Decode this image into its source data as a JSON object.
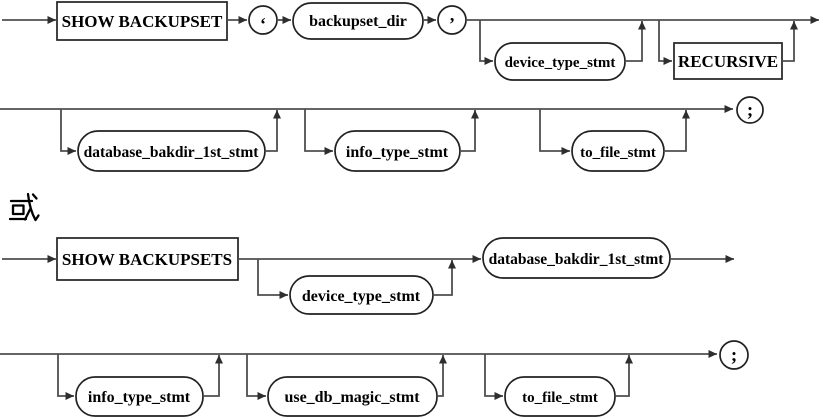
{
  "colors": {
    "rail": "#4f4f4f",
    "shape_border": "#212121",
    "label": "#000000",
    "background": "#ffffff"
  },
  "or_label": "或",
  "diagram1": {
    "line1": {
      "keyword": "SHOW BACKUPSET",
      "open_quote": "‘",
      "backupset_dir": "backupset_dir",
      "close_quote": "’",
      "device_type_stmt": "device_type_stmt",
      "recursive": "RECURSIVE"
    },
    "line2": {
      "database_bakdir_1st_stmt": "database_bakdir_1st_stmt",
      "info_type_stmt": "info_type_stmt",
      "to_file_stmt": "to_file_stmt",
      "semicolon": ";"
    }
  },
  "diagram2": {
    "line1": {
      "keyword": "SHOW BACKUPSETS",
      "device_type_stmt": "device_type_stmt",
      "database_bakdir_1st_stmt": "database_bakdir_1st_stmt"
    },
    "line2": {
      "info_type_stmt": "info_type_stmt",
      "use_db_magic_stmt": "use_db_magic_stmt",
      "to_file_stmt": "to_file_stmt",
      "semicolon": ";"
    }
  }
}
